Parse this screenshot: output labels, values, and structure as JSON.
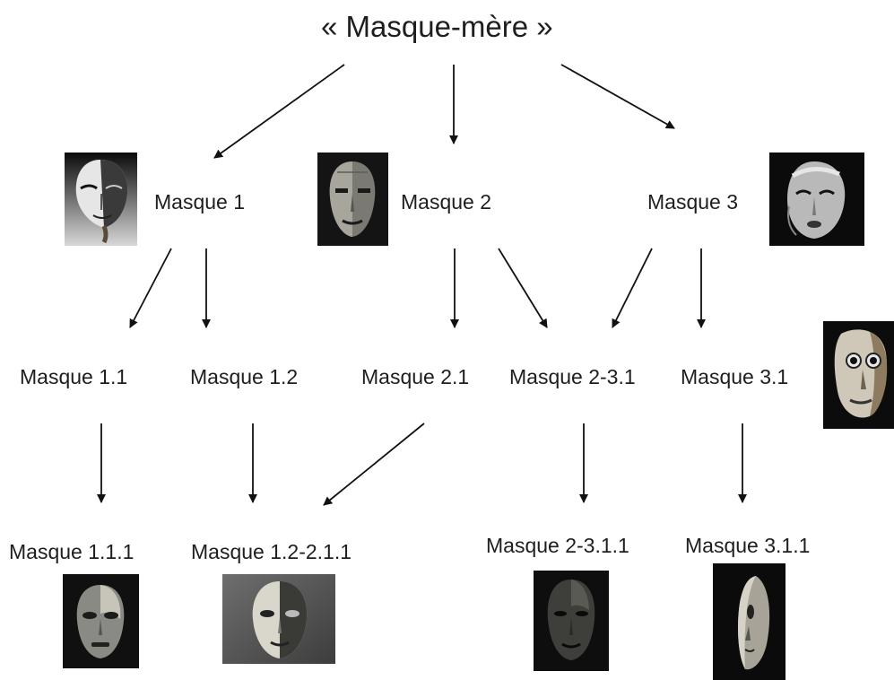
{
  "diagram": {
    "root": "« Masque-mère »",
    "level1": [
      "Masque 1",
      "Masque 2",
      "Masque 3"
    ],
    "level2": [
      "Masque 1.1",
      "Masque 1.2",
      "Masque 2.1",
      "Masque 2-3.1",
      "Masque 3.1"
    ],
    "level3": [
      "Masque 1.1.1",
      "Masque 1.2-2.1.1",
      "Masque 2-3.1.1",
      "Masque 3.1.1"
    ]
  },
  "mask_photos": [
    "mask-1-photo",
    "mask-2-photo",
    "mask-3-photo",
    "mask-3-1-photo",
    "mask-1-1-1-photo",
    "mask-1-2-2-1-1-photo",
    "mask-2-3-1-1-photo",
    "mask-3-1-1-photo"
  ],
  "colors": {
    "text": "#1e1e1e",
    "arrow": "#111111",
    "photo_bg": "#0d0d0d"
  }
}
